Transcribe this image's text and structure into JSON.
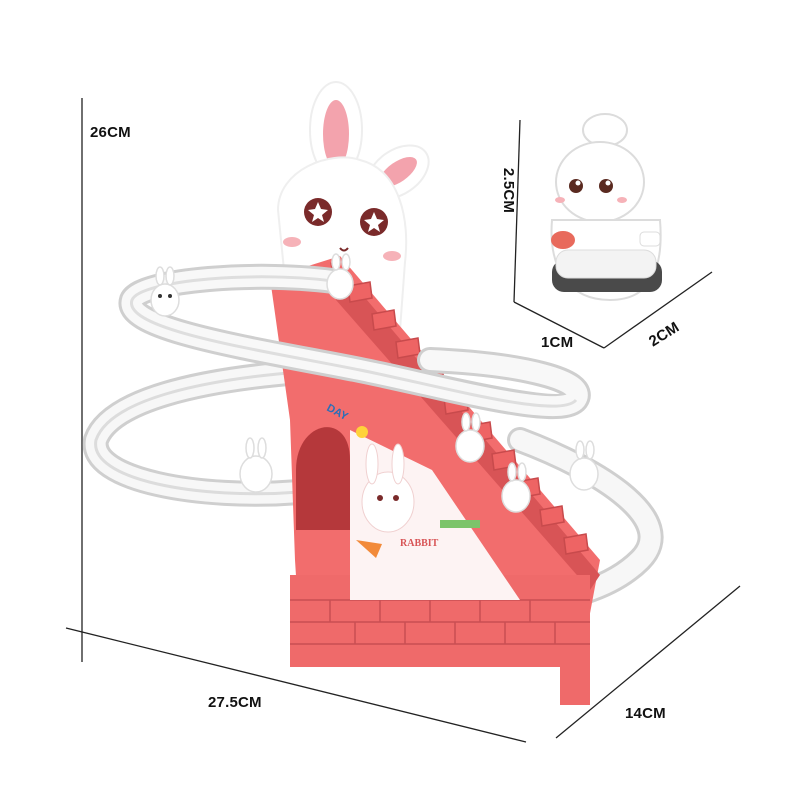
{
  "product": {
    "name_icon": "rabbit-stair-climbing-toy",
    "sign_text": "DAY",
    "sticker_text": "RABBIT",
    "colors": {
      "body": "#f26d6d",
      "body_dark": "#d85456",
      "track": "#f4f4f4",
      "track_edge": "#cfcfcf",
      "ear_inner": "#f3a3ad",
      "eye": "#7a2a2a"
    }
  },
  "dimensions": {
    "height": "26CM",
    "width": "27.5CM",
    "depth": "14CM",
    "figure_height": "2.5CM",
    "figure_width": "1CM",
    "figure_depth": "2CM"
  }
}
